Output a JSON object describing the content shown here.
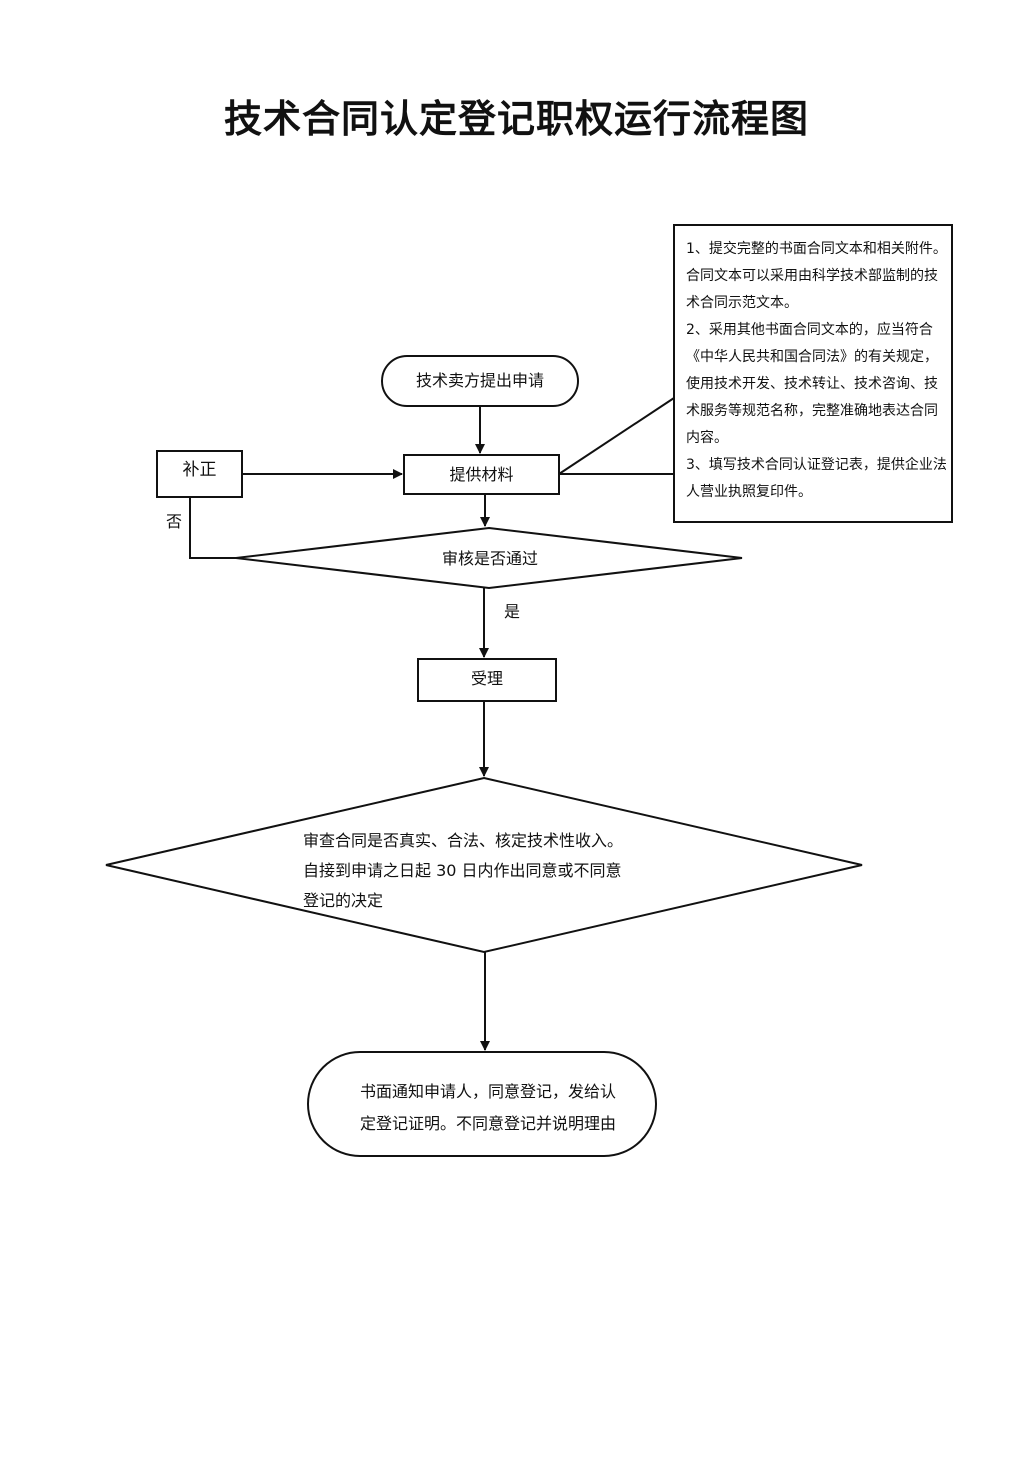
{
  "title": "技术合同认定登记职权运行流程图",
  "nodes": {
    "apply": "技术卖方提出申请",
    "provide": "提供材料",
    "correct": "补正",
    "check": "审核是否通过",
    "accept": "受理",
    "review_lines": [
      "审查合同是否真实、合法、核定技术性收入。",
      "自接到申请之日起 30 日内作出同意或不同意",
      "登记的决定"
    ],
    "notify_lines": [
      "书面通知申请人，同意登记，发给认",
      "定登记证明。不同意登记并说明理由"
    ]
  },
  "edges": {
    "no": "否",
    "yes": "是"
  },
  "materials_note": [
    "1、提交完整的书面合同文本和相关附件。合同文本可以采用由科学技术部监制的技术合同示范文本。",
    "2、采用其他书面合同文本的，应当符合《中华人民共和国合同法》的有关规定，使用技术开发、技术转让、技术咨询、技术服务等规范名称，完整准确地表达合同内容。",
    "3、填写技术合同认证登记表，提供企业法人营业执照复印件。"
  ]
}
